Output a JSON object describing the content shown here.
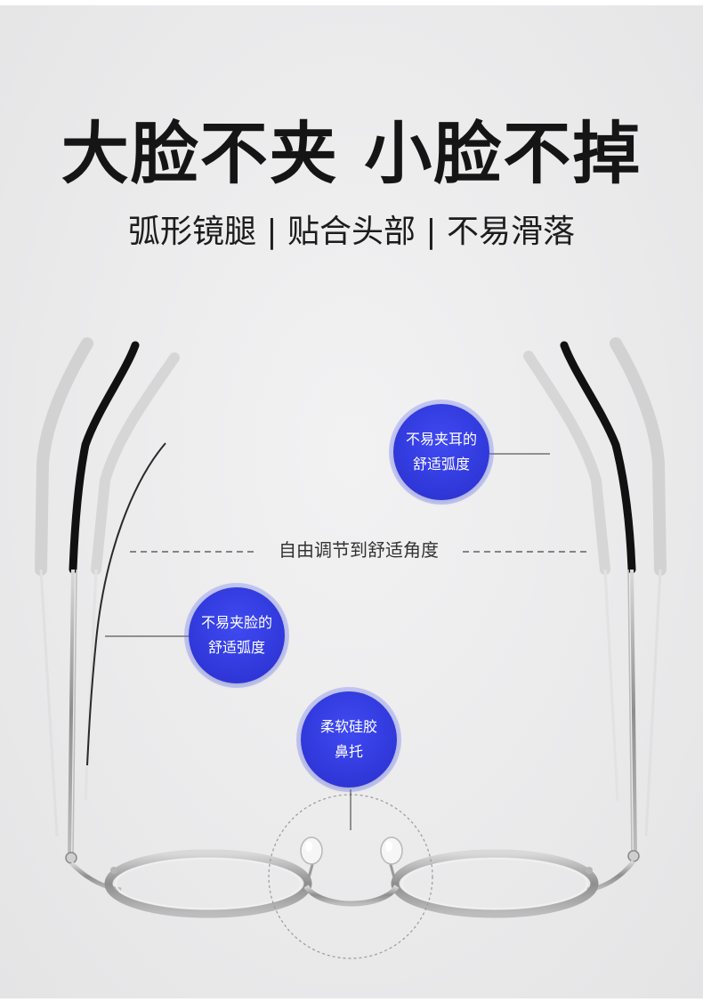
{
  "headline": "大脸不夹 小脸不掉",
  "subheadline": "弧形镜腿 | 贴合头部 | 不易滑落",
  "adjust_label": "自由调节到舒适角度",
  "callouts": {
    "ear": {
      "line1": "不易夹耳的",
      "line2": "舒适弧度"
    },
    "face": {
      "line1": "不易夹脸的",
      "line2": "舒适弧度"
    },
    "nose": {
      "line1": "柔软硅胶",
      "line2": "鼻托"
    }
  },
  "colors": {
    "callout_blue": "#2f37d8",
    "headline_text": "#151515",
    "background": "#ececed"
  }
}
